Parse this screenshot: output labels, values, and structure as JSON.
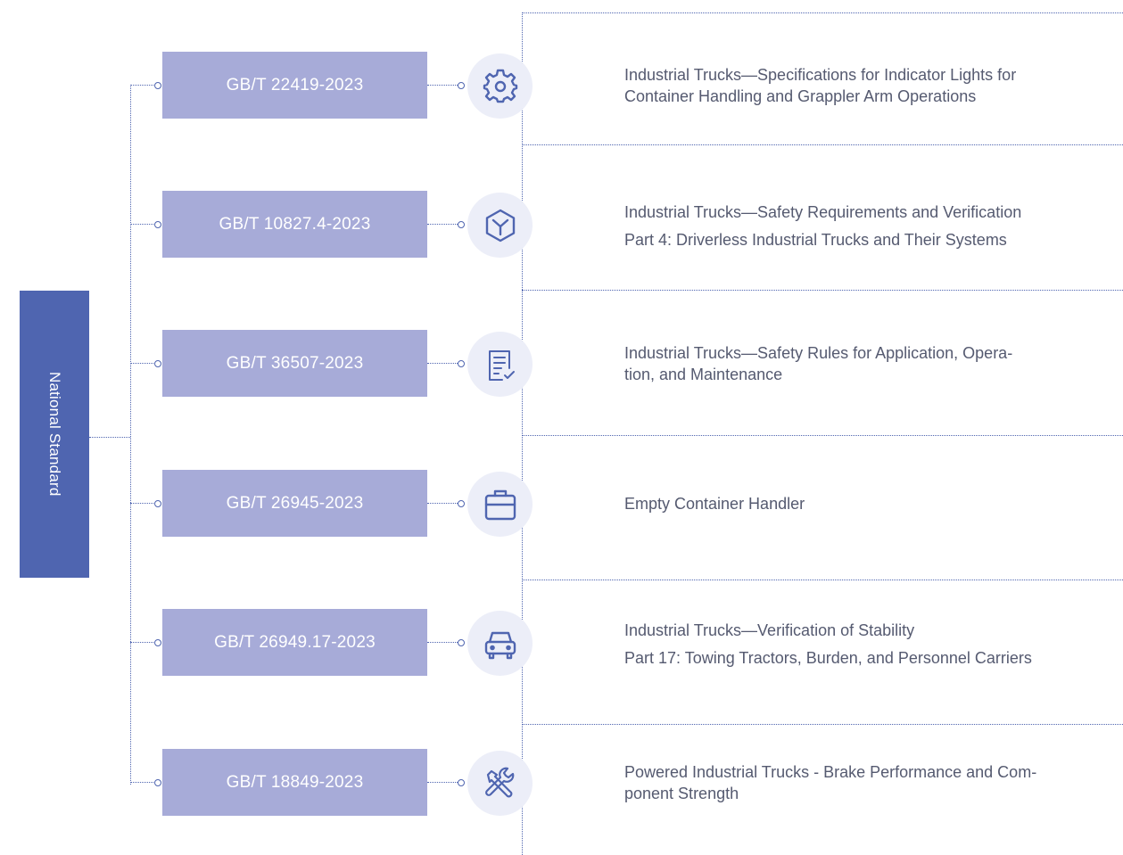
{
  "root": {
    "label": "National Standard"
  },
  "colors": {
    "root_fill": "#4f65b0",
    "code_fill": "#a7abd8",
    "icon_bg": "#eceef8",
    "icon_stroke": "#4f65b0",
    "connector": "#4f65b0",
    "text": "#555a70"
  },
  "standards": [
    {
      "code": "GB/T 22419-2023",
      "icon": "gear-icon",
      "desc_line1": "Industrial Trucks—Specifications for Indicator Lights for",
      "desc_line2": "Container Handling and Grappler Arm Operations"
    },
    {
      "code": "GB/T 10827.4-2023",
      "icon": "cube-icon",
      "desc_line1": "Industrial Trucks—Safety Requirements and Verification",
      "desc_line2": "Part 4: Driverless Industrial Trucks and Their Systems"
    },
    {
      "code": "GB/T 36507-2023",
      "icon": "checklist-icon",
      "desc_line1": "Industrial Trucks—Safety Rules for Application, Opera-",
      "desc_line2": "tion, and Maintenance"
    },
    {
      "code": "GB/T 26945-2023",
      "icon": "briefcase-icon",
      "desc_line1": "Empty Container Handler",
      "desc_line2": ""
    },
    {
      "code": "GB/T 26949.17-2023",
      "icon": "car-icon",
      "desc_line1": "Industrial Trucks—Verification of Stability",
      "desc_line2": "Part 17: Towing Tractors, Burden, and Personnel Carriers"
    },
    {
      "code": "GB/T 18849-2023",
      "icon": "tools-icon",
      "desc_line1": "Powered Industrial Trucks - Brake Performance and Com-",
      "desc_line2": "ponent Strength"
    }
  ]
}
